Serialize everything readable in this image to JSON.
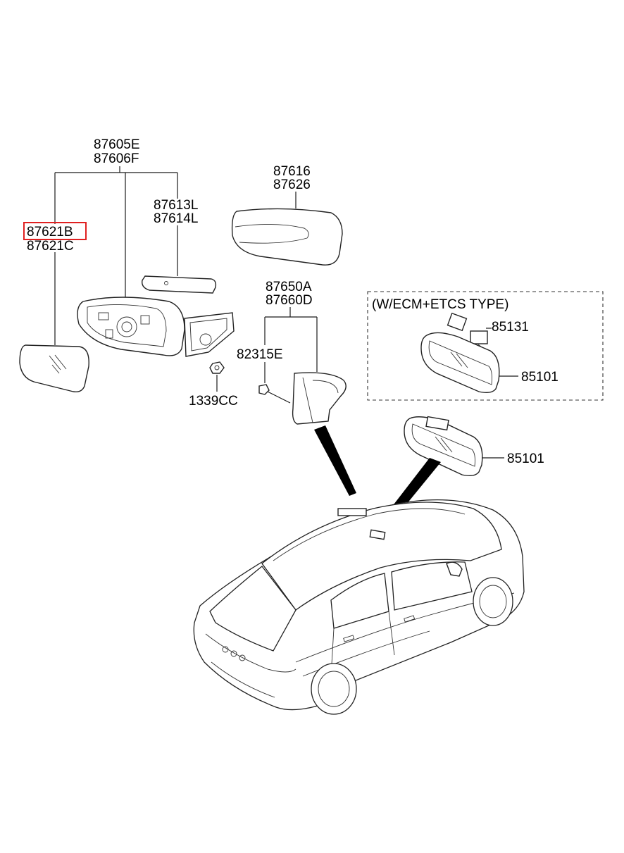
{
  "labels": {
    "mirror_assy_a": "87605E",
    "mirror_assy_b": "87606F",
    "glass_a": "87621B",
    "glass_b": "87621C",
    "lamp_a": "87613L",
    "lamp_b": "87614L",
    "cover_a": "87616",
    "cover_b": "87626",
    "trim_a": "87650A",
    "trim_b": "87660D",
    "screw": "82315E",
    "nut": "1339CC",
    "ecm_type": "(W/ECM+ETCS TYPE)",
    "ecm_sensor": "85131",
    "ecm_mirror": "85101",
    "inside_mirror": "85101"
  },
  "highlight": "87621B",
  "colors": {
    "highlight": "#e02020",
    "line": "#1a1a1a",
    "background": "#ffffff"
  }
}
